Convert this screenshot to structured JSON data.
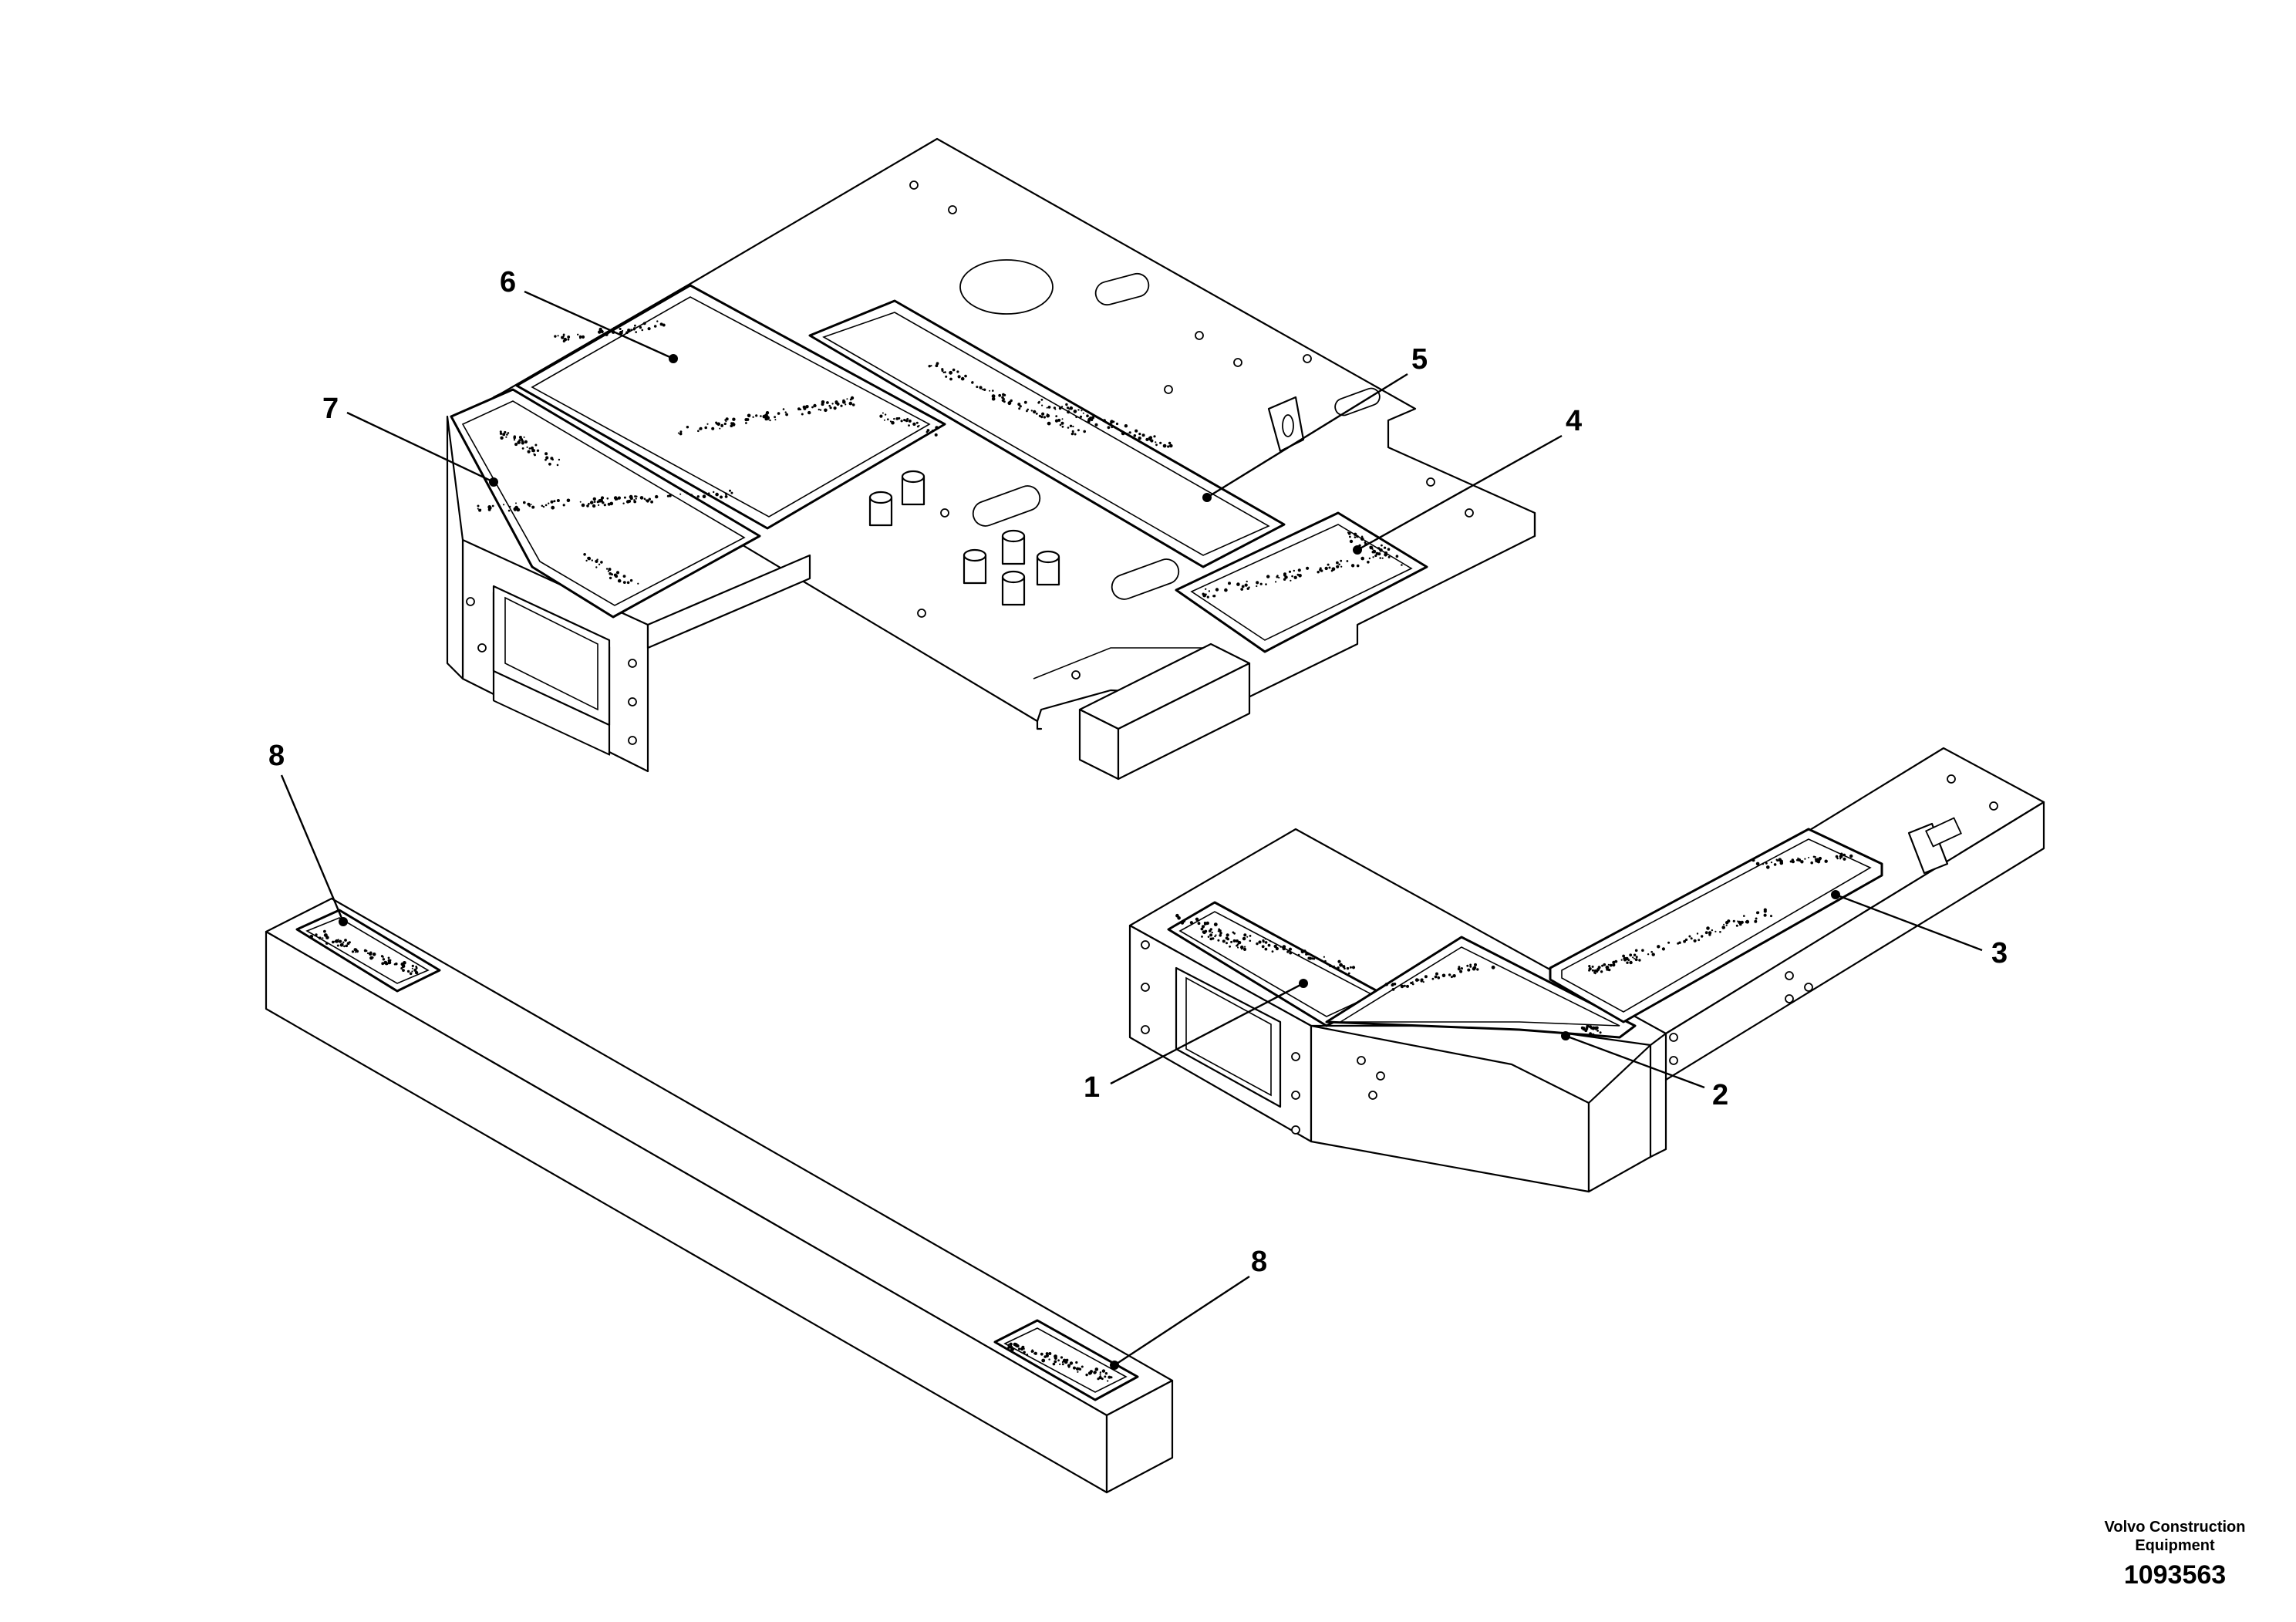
{
  "callouts": {
    "c1": "1",
    "c2": "2",
    "c3": "3",
    "c4": "4",
    "c5": "5",
    "c6": "6",
    "c7": "7",
    "c8a": "8",
    "c8b": "8"
  },
  "credit": {
    "brand_line1": "Volvo Construction",
    "brand_line2": "Equipment",
    "drawing_number": "1093563"
  }
}
